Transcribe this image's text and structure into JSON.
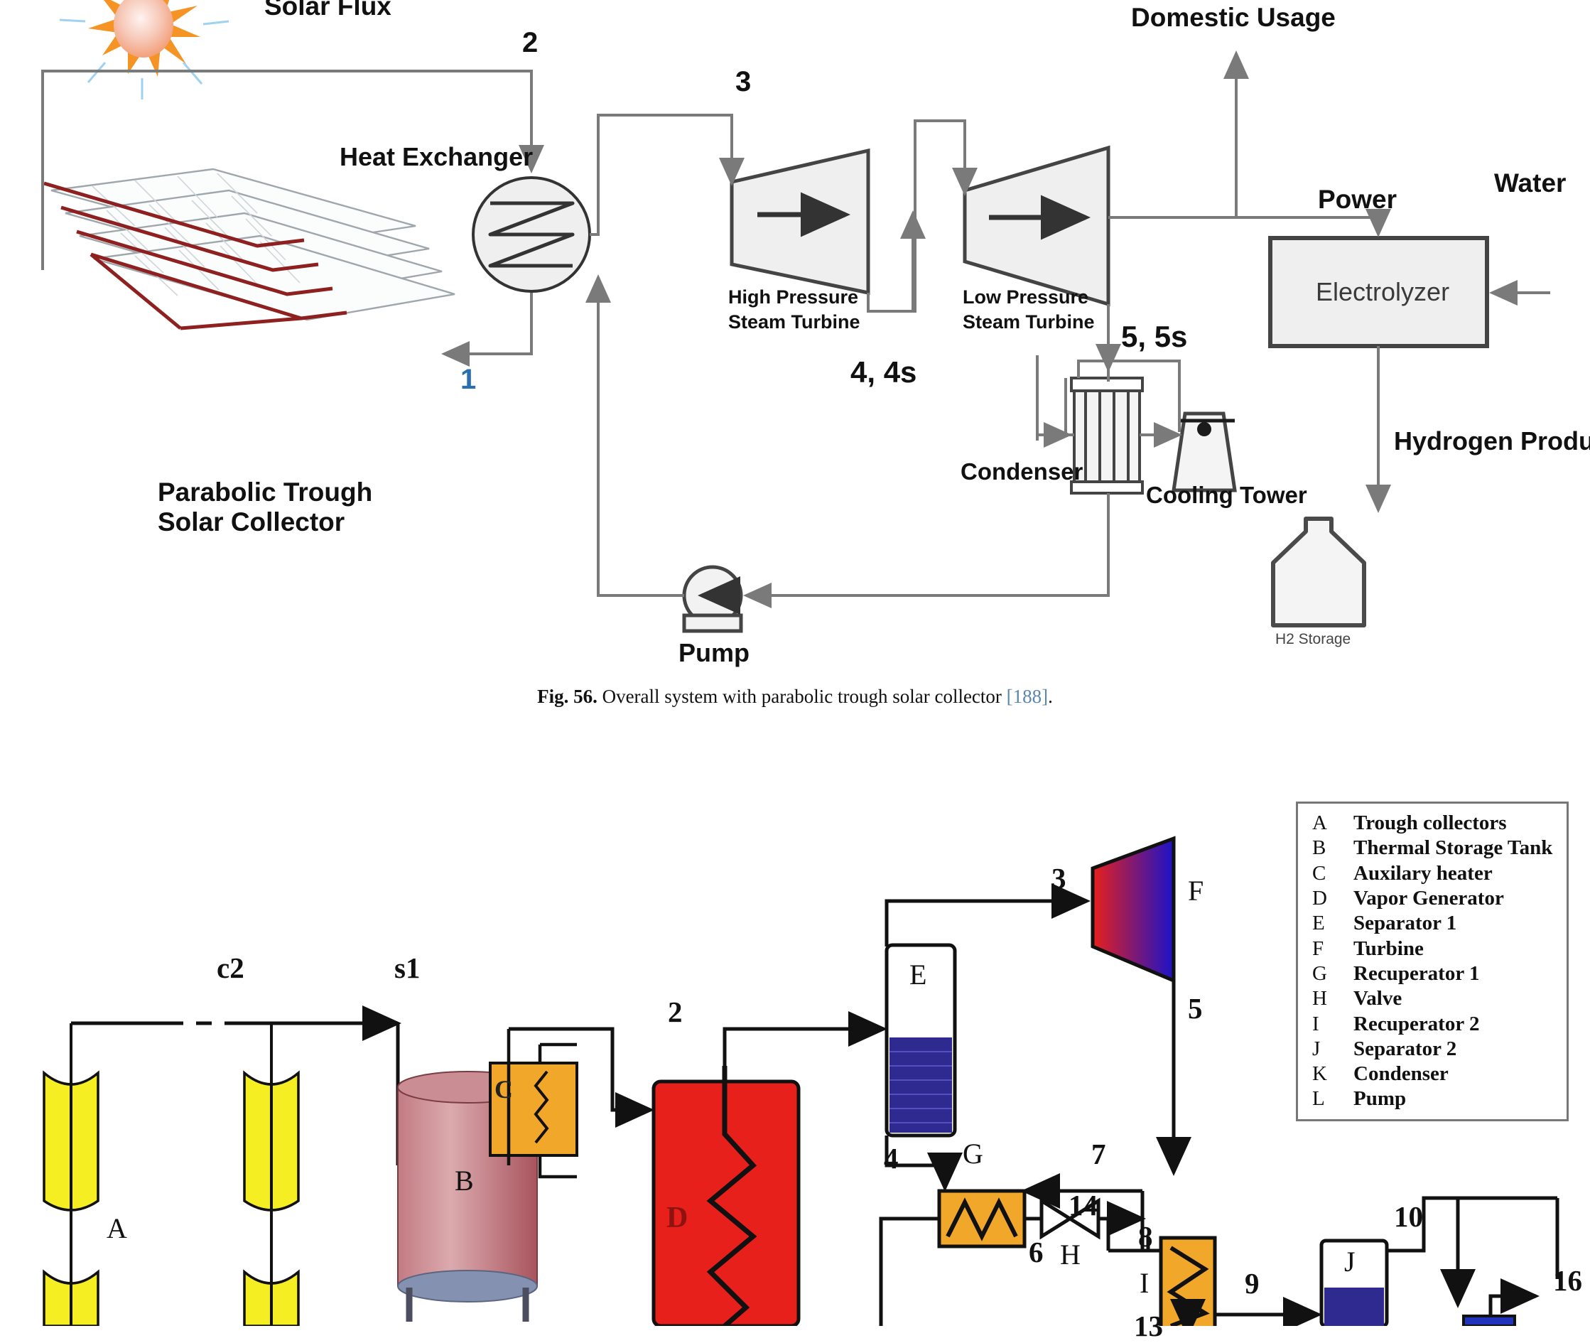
{
  "figure1": {
    "labels": {
      "solar_flux": "Solar Flux",
      "heat_exchanger": "Heat Exchanger",
      "hp_turbine_l1": "High Pressure",
      "hp_turbine_l2": "Steam Turbine",
      "lp_turbine_l1": "Low Pressure",
      "lp_turbine_l2": "Steam Turbine",
      "condenser": "Condenser",
      "cooling_tower": "Cooling Tower",
      "pump": "Pump",
      "electrolyzer": "Electrolyzer",
      "water": "Water",
      "power": "Power",
      "domestic_usage": "Domestic Usage",
      "hydrogen_produced": "Hydrogen Produced",
      "h2_storage": "H2 Storage",
      "collector_l1": "Parabolic Trough",
      "collector_l2": "Solar Collector"
    },
    "state_points": {
      "p1": "1",
      "p2": "2",
      "p3": "3",
      "p4": "4, 4s",
      "p5": "5, 5s"
    },
    "colors": {
      "line": "#7a7a7a",
      "shape_fill": "#efefef",
      "shape_stroke": "#444444",
      "point1": "#2a6fb0"
    }
  },
  "caption1": {
    "prefix": "Fig. 56.",
    "text": " Overall system with parabolic trough solar collector ",
    "reference": "[188]",
    "suffix": "."
  },
  "figure2": {
    "stream_labels": {
      "c2": "c2",
      "s1": "s1",
      "n2": "2",
      "n3": "3",
      "n4": "4",
      "n5": "5",
      "n6": "6",
      "n7": "7",
      "n8": "8",
      "n9": "9",
      "n10": "10",
      "n13": "13",
      "n14": "14",
      "n16": "16"
    },
    "component_labels": {
      "A": "A",
      "B": "B",
      "C": "C",
      "D": "D",
      "E": "E",
      "F": "F",
      "G": "G",
      "H": "H",
      "I": "I",
      "J": "J"
    },
    "colors": {
      "collector": "#f5ee23",
      "tank": "#b9616a",
      "tank_light": "#cf8e95",
      "heater": "#f0a72a",
      "generator": "#e8201b",
      "separator_liquid": "#2e2a90",
      "recuperator": "#f0a72a",
      "turbine_hot": "#e8201b",
      "turbine_cold": "#1a13c8",
      "line": "#111111"
    }
  },
  "legend2": {
    "items": [
      {
        "key": "A",
        "value": "Trough collectors"
      },
      {
        "key": "B",
        "value": "Thermal Storage Tank"
      },
      {
        "key": "C",
        "value": "Auxilary heater"
      },
      {
        "key": "D",
        "value": "Vapor Generator"
      },
      {
        "key": "E",
        "value": "Separator 1"
      },
      {
        "key": "F",
        "value": "Turbine"
      },
      {
        "key": "G",
        "value": "Recuperator 1"
      },
      {
        "key": "H",
        "value": "Valve"
      },
      {
        "key": "I",
        "value": "Recuperator 2"
      },
      {
        "key": "J",
        "value": "Separator 2"
      },
      {
        "key": "K",
        "value": "Condenser"
      },
      {
        "key": "L",
        "value": "Pump"
      }
    ]
  }
}
